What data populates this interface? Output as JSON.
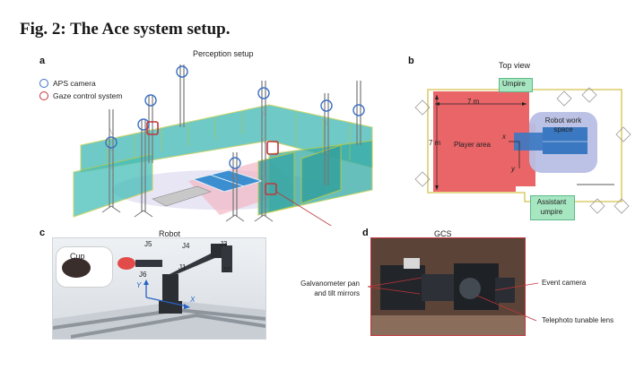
{
  "figure": {
    "title": "Fig. 2: The Ace system setup."
  },
  "panel_a": {
    "label": "a",
    "title": "Perception setup",
    "legend": [
      {
        "label": "APS camera",
        "color": "#3b6fc4"
      },
      {
        "label": "Gaze control system",
        "color": "#c0353a"
      }
    ]
  },
  "panel_b": {
    "label": "b",
    "title": "Top view",
    "labels": {
      "umpire": "Umpire",
      "length": "7 m",
      "width": "7 m",
      "player_area": "Player area",
      "robot_work_space": "Robot work space",
      "axis_x": "x",
      "axis_y": "y",
      "assistant_umpire": "Assistant umpire"
    }
  },
  "panel_c": {
    "label": "c",
    "title": "Robot",
    "labels": {
      "cup": "Cup",
      "j1": "J1",
      "j2": "J2",
      "j3": "J3",
      "j4": "J4",
      "j5": "J5",
      "j6": "J6",
      "axis_x": "X",
      "axis_y": "Y"
    }
  },
  "panel_d": {
    "label": "d",
    "title": "GCS",
    "labels": {
      "galvanometer": "Galvanometer pan and tilt mirrors",
      "event_camera": "Event camera",
      "telephoto": "Telephoto tunable lens"
    }
  }
}
